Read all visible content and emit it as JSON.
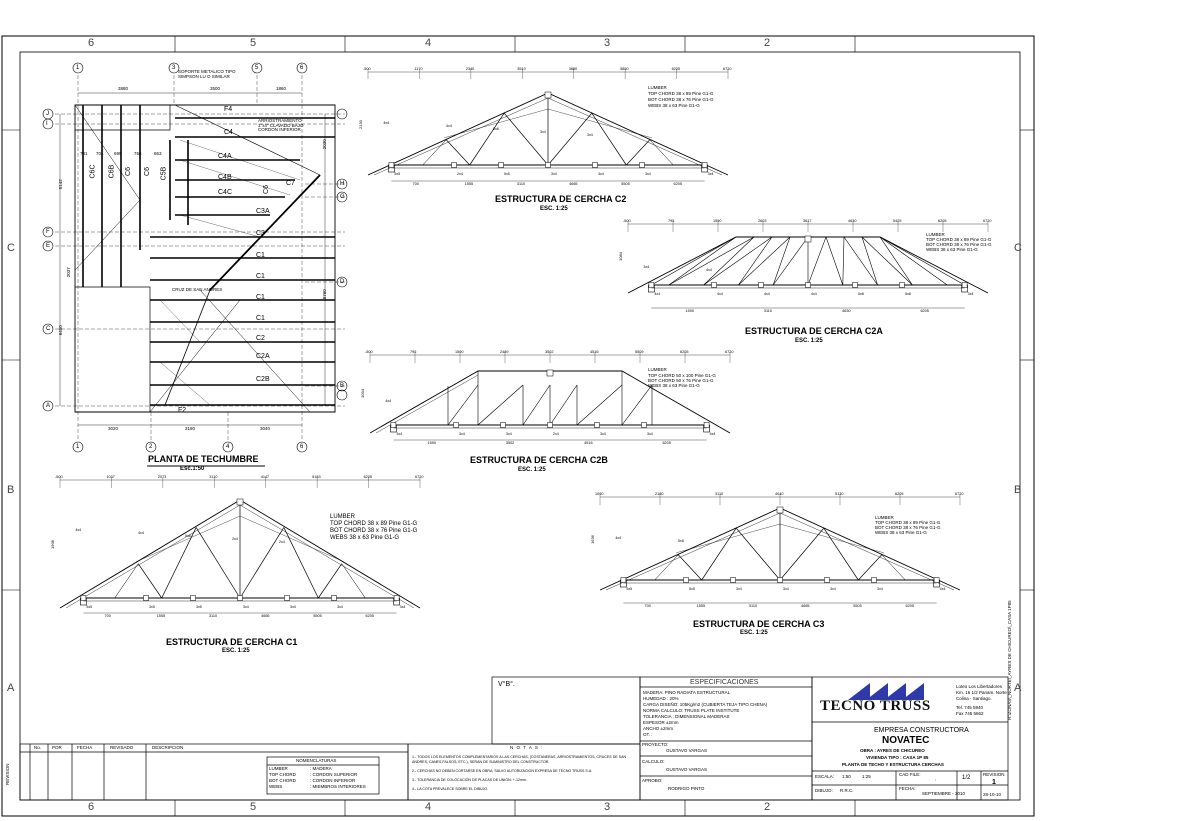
{
  "frame": {
    "columns_top": [
      "6",
      "5",
      "4",
      "3",
      "2"
    ],
    "columns_bottom": [
      "6",
      "5",
      "4",
      "3",
      "2"
    ],
    "rows_left": [
      "C",
      "B",
      "A"
    ],
    "rows_right": [
      "C",
      "B",
      "A"
    ],
    "side_note": "R:\\ZONAS\\_NORTE\\_AYRES DE CHICUREO\\_CASA 1P85"
  },
  "plan": {
    "title": "PLANTA DE TECHUMBRE",
    "scale": "Esc.1:50",
    "grid_cols_top": [
      "1",
      "3",
      "5",
      "6"
    ],
    "grid_cols_bottom": [
      "1",
      "2",
      "4",
      "6"
    ],
    "grid_rows": [
      "J",
      "I",
      "H",
      "G",
      "F",
      "E",
      "D",
      "C",
      "B",
      "A"
    ],
    "dims_top": [
      "3880",
      "3500",
      "1860"
    ],
    "dims_bottom": [
      "3020",
      "3180",
      "3040"
    ],
    "dims_left": [
      "5142",
      "2037",
      "6450"
    ],
    "dims_right": [
      "2030",
      "8760"
    ],
    "dims_cells": [
      "781",
      "701",
      "699",
      "766",
      "863"
    ],
    "truss_labels": [
      "F4",
      "C4",
      "C4A",
      "C4B",
      "C4C",
      "C3A",
      "C3",
      "C1",
      "C1",
      "C1",
      "C1",
      "C2",
      "C2A",
      "C2B",
      "F2"
    ],
    "side_labels": [
      "C6C",
      "C6B",
      "C6",
      "C6",
      "C5B",
      "C6",
      "C7"
    ],
    "notes": [
      "SOPORTE METALICO TIPO SIMPSON LU O SIMILAR",
      "ARRIOSTRAMIENTO 1\"x4\" CLAVADO BAJO CORDON INFERIOR",
      "CRUZ DE SAN ANDRES"
    ]
  },
  "trusses": {
    "c2": {
      "title": "ESTRUCTURA DE CERCHA  C2",
      "scale": "ESC. 1:25",
      "dims_top": [
        "-500",
        "1170",
        "2340",
        "3510",
        "3880",
        "5850",
        "6205",
        "6720"
      ],
      "dims_bottom": [
        "700",
        "1555",
        "3110",
        "4665",
        "5505",
        "6205"
      ],
      "height": "2130",
      "plates": [
        "5x5",
        "2x4",
        "5x5",
        "3x4",
        "3x4",
        "3x4",
        "3x4",
        "4x4",
        "4x4",
        "5x8",
        "3x4",
        "3x4"
      ]
    },
    "c2a": {
      "title": "ESTRUCTURA DE CERCHA  C2A",
      "scale": "ESC. 1:25",
      "dims_top": [
        "-500",
        "795",
        "1590",
        "2603",
        "3617",
        "4630",
        "5425",
        "6205",
        "6720"
      ],
      "dims_bottom": [
        "1590",
        "3110",
        "4630",
        "6205"
      ],
      "height": "1084",
      "plates": [
        "4x4",
        "4x4",
        "4x4",
        "4x4",
        "5x8",
        "5x8",
        "3x4",
        "3x4",
        "4x4"
      ]
    },
    "c2b": {
      "title": "ESTRUCTURA DE CERCHA  C2B",
      "scale": "ESC. 1:25",
      "dims_top": [
        "-500",
        "795",
        "1590",
        "2489",
        "3502",
        "4516",
        "5509",
        "6205",
        "6720"
      ],
      "dims_bottom": [
        "1590",
        "3502",
        "4516",
        "6205"
      ],
      "height": "1094",
      "plates": [
        "3x4",
        "3x4",
        "3x4",
        "2x4",
        "3x4",
        "3x4",
        "4x4",
        "4x4"
      ]
    },
    "c1": {
      "title": "ESTRUCTURA DE CERCHA  C1",
      "scale": "ESC. 1:25",
      "dims_top": [
        "-500",
        "1037",
        "2073",
        "3110",
        "4147",
        "5183",
        "6205",
        "6720"
      ],
      "dims_bottom": [
        "700",
        "1555",
        "3110",
        "4665",
        "5505",
        "6205"
      ],
      "height": "1998",
      "plates": [
        "5x5",
        "3x5",
        "3x5",
        "3x4",
        "3x4",
        "3x4",
        "3x4",
        "4x4",
        "4x4",
        "5x8",
        "2x4",
        "2x4"
      ]
    },
    "c3": {
      "title": "ESTRUCTURA DE CERCHA  C3",
      "scale": "ESC. 1:25",
      "dims_top": [
        "1090",
        "2180",
        "3110",
        "4040",
        "5130",
        "6205",
        "6720"
      ],
      "dims_bottom": [
        "700",
        "1555",
        "3110",
        "4665",
        "5505",
        "6205"
      ],
      "height": "1636",
      "plates": [
        "5x5",
        "5x5",
        "3x4",
        "3x4",
        "3x4",
        "3x4",
        "4x4",
        "4x4",
        "5x8"
      ]
    }
  },
  "lumber": {
    "title": "LUMBER",
    "lines": [
      "TOP CHORD   38 x 89 Pine G1-G",
      "BOT CHORD   38 x 76 Pine G1-G",
      "WEBS        38 x 63 Pine G1-G"
    ]
  },
  "lumber_c2b": {
    "lines": [
      "TOP CHORD  50 x 100 Pine G1-G",
      "BOT CHORD  50 x 76 Pine G1-G",
      "WEBS       38 x 63 Pine G1-G"
    ]
  },
  "vb": {
    "label": "V°B°."
  },
  "specs": {
    "title": "ESPECIFICACIONES",
    "lines": [
      "MADERA: PINO RADIATA ESTRUCTURAL",
      "HUMEDAD : 20%",
      "CARGA DISEÑO: 105Kg/m2 (CUBIERTA TEJA TIPO CHENA)",
      "NORMA CALCULO: TRUSS PLATE INSTITUTE",
      "TOLERANCIA : DIMENSIONAL MADERAS",
      "ESPESOR ±2mm",
      "ANCHO ±2mm",
      "OT. :"
    ],
    "proyecto_label": "PROYECTO:",
    "proyecto": "GUSTAVO VARGAS",
    "calculo_label": "CALCULO:",
    "calculo": "GUSTAVO VARGAS",
    "aprobo_label": "APROBO:",
    "aprobo": "RODRIGO PINTO"
  },
  "company": {
    "logo": "TECNO  TRUSS",
    "address": [
      "Loteo Los Libertadores",
      "Km. 16 1/2 Panam. Norte",
      "Colina - Santiago.",
      "Tel. 745 5940",
      "Fax 745 5662"
    ]
  },
  "client": {
    "label": "EMPRESA CONSTRUCTORA",
    "name": "NOVATEC",
    "obra": "OBRA : AYRES DE CHICUREO",
    "vivienda": "VIVIENDA TIPO : CASA 1P 85",
    "plano": "PLANTA DE TECHO Y ESTRUCTURA CERCHAS"
  },
  "title_block": {
    "escala_label": "ESCALA:",
    "escala_1": "1:50",
    "escala_2": "1:25",
    "cad_label": "CAD FILE:",
    "cad_value": ",",
    "sheet": "1/2",
    "revision_label": "REVISION",
    "revision": "1",
    "dibujo_label": "DIBUJO:",
    "dibujo": "R.R.C.",
    "fecha_label": "FECHA:",
    "fecha": "SEPTIEMBRE - 2010",
    "fecha_rev": "28-10-10"
  },
  "revision_table": {
    "headers": [
      "No.",
      "POR",
      "FECHA",
      "REVISADO",
      "DESCRIPCION"
    ],
    "side": "REVISION"
  },
  "nomenclature": {
    "title": "NOMENCLATURAS",
    "rows": [
      [
        "LUMBER",
        ": MADERA"
      ],
      [
        "TOP CHORD",
        ": CORDON SUPERIOR"
      ],
      [
        "BOT CHORD",
        ": CORDON INFERIOR"
      ],
      [
        "WEBS",
        ": MIEMBROS INTERIORES"
      ]
    ]
  },
  "notes": {
    "title": "N O T A S :",
    "lines": [
      "1.- TODOS LOS ELEMENTOS COMPLEMENTARIOS A LAS CERCHAS, (COSTANERAS, ARRIOSTRAMIENTOS, CRUCES DE SAN ANDRES, CANES FALSOS, ETC.), SERAN DE SUMINISTRO DEL CONSTRUCTOR.",
      "2.- CERCHAS NO DEBEN CORTARSE EN OBRA, SALVO AUTORIZACION EXPRESA DE TECNO TRUSS S.A.",
      "3.- TOLERANCIA DE COLOCACIÓN DE PLACAS DE UNIÓN: +-12mm.",
      "4.- LA COTA PREVALECE SOBRE EL DIBUJO."
    ]
  }
}
